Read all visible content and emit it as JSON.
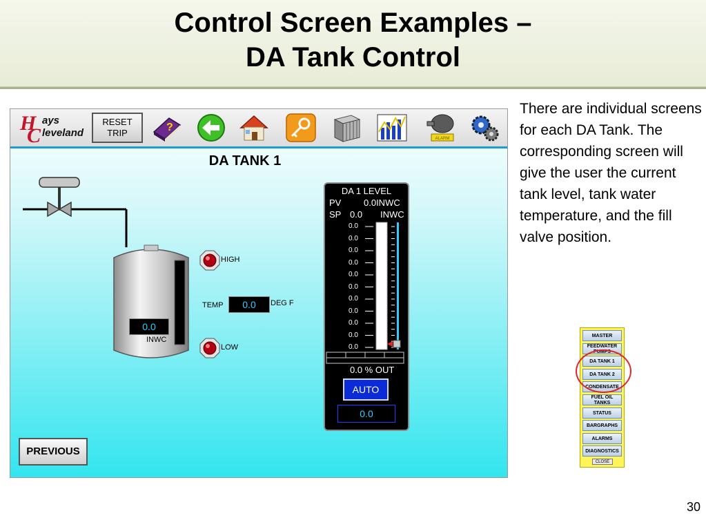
{
  "slide": {
    "title_line1": "Control Screen Examples –",
    "title_line2": "DA Tank Control",
    "page_number": "30"
  },
  "description": "There are individual screens for each DA Tank.  The corresponding screen will give the user the current tank level, tank water temperature, and the fill valve position.",
  "toolbar": {
    "logo_line1": "ays",
    "logo_line2": "leveland",
    "logo_letters": "HC",
    "reset_line1": "RESET",
    "reset_line2": "TRIP",
    "icons": [
      "help-book-icon",
      "back-arrow-icon",
      "home-icon",
      "key-icon",
      "server-rack-icon",
      "trend-chart-icon",
      "alarm-bell-icon",
      "settings-gears-icon"
    ]
  },
  "screen": {
    "title": "DA TANK 1",
    "tank_level": "0.0",
    "tank_unit": "INWC",
    "high_label": "HIGH",
    "low_label": "LOW",
    "temp_label": "TEMP",
    "temp_value": "0.0",
    "temp_unit": "DEG F",
    "previous_label": "PREVIOUS"
  },
  "bargraph": {
    "title": "DA 1 LEVEL",
    "pv_label": "PV",
    "pv_value": "0.0INWC",
    "sp_label": "SP",
    "sp_value": "0.0",
    "sp_unit": "INWC",
    "ticks": [
      "0.0",
      "0.0",
      "0.0",
      "0.0",
      "0.0",
      "0.0",
      "0.0",
      "0.0",
      "0.0",
      "0.0",
      "0.0"
    ],
    "output_label": "0.0  % OUT",
    "mode_label": "AUTO",
    "output_value": "0.0",
    "level_fraction": 0.0
  },
  "nav_menu": {
    "items": [
      "MASTER",
      "FEEDWATER PUMPS",
      "DA TANK 1",
      "DA TANK 2",
      "CONDENSATE",
      "FUEL OIL TANKS",
      "STATUS",
      "BARGRAPHS",
      "ALARMS",
      "DIAGNOSTICS"
    ],
    "close_label": "CLOSE"
  },
  "colors": {
    "accent_blue": "#1e9ad3",
    "panel_cyan": "#33e5ef",
    "display_text": "#33ccff",
    "alarm_red": "#b00010",
    "highlight_circle": "#e0262b",
    "menu_yellow": "#fff45a"
  }
}
